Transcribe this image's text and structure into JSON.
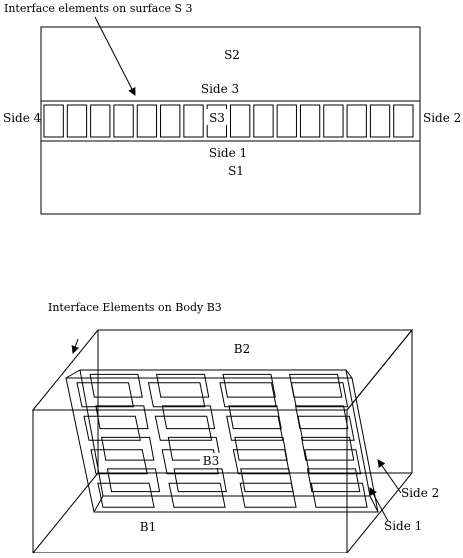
{
  "top_figure": {
    "caption": "Interface elements on surface S 3",
    "region_upper": "S2",
    "region_lower": "S1",
    "interface_label": "S3",
    "side_top": "Side 3",
    "side_right": "Side 2",
    "side_bottom": "Side 1",
    "side_left": "Side 4",
    "element_count": 16
  },
  "bottom_figure": {
    "caption": "Interface Elements on Body B3",
    "body_upper": "B2",
    "body_middle": "B3",
    "body_lower": "B1",
    "side_right": "Side 2",
    "side_bottom": "Side 1",
    "grid": "4x4"
  },
  "colors": {
    "line": "#000000",
    "background": "#ffffff"
  }
}
